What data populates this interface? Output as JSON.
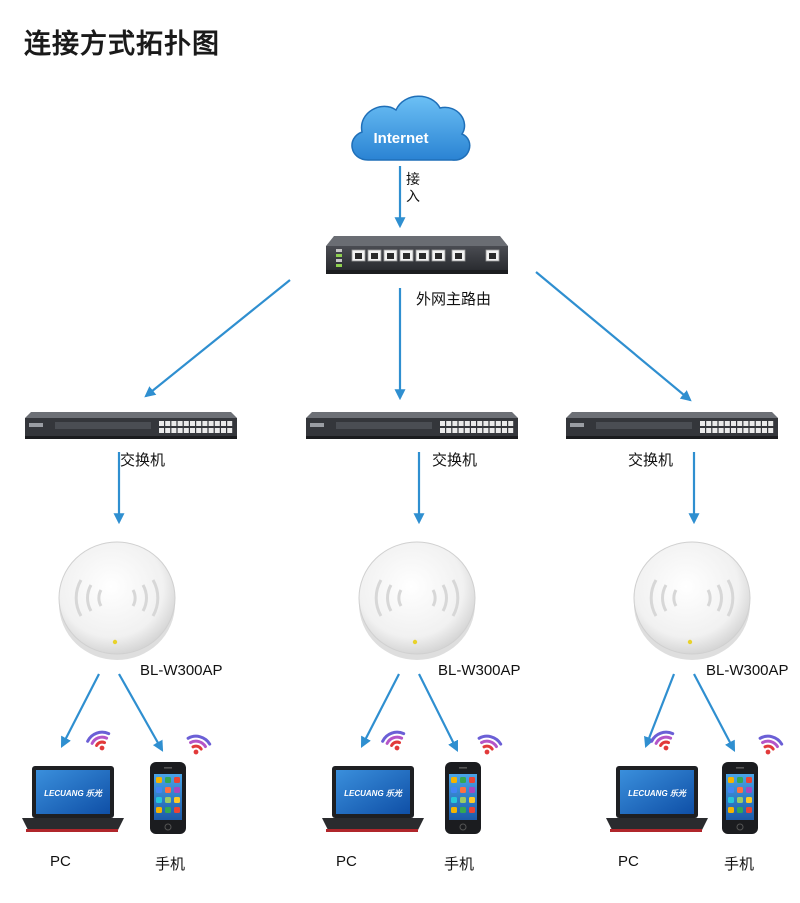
{
  "title": "连接方式拓扑图",
  "internet": {
    "label": "Internet"
  },
  "access_label": "接入",
  "router": {
    "label": "外网主路由"
  },
  "branches": [
    {
      "switch_label": "交换机",
      "ap_label": "BL-W300AP",
      "pc_label": "PC",
      "phone_label": "手机",
      "laptop_brand": "LECUANG 乐光"
    },
    {
      "switch_label": "交换机",
      "ap_label": "BL-W300AP",
      "pc_label": "PC",
      "phone_label": "手机",
      "laptop_brand": "LECUANG 乐光"
    },
    {
      "switch_label": "交换机",
      "ap_label": "BL-W300AP",
      "pc_label": "PC",
      "phone_label": "手机",
      "laptop_brand": "LECUANG 乐光"
    }
  ],
  "colors": {
    "arrow": "#2f8fd0",
    "cloud": "#3e9be0",
    "device_dark": "#2c2e32",
    "wifi": [
      "#e23a3a",
      "#b455c8",
      "#6b5fd6"
    ]
  }
}
